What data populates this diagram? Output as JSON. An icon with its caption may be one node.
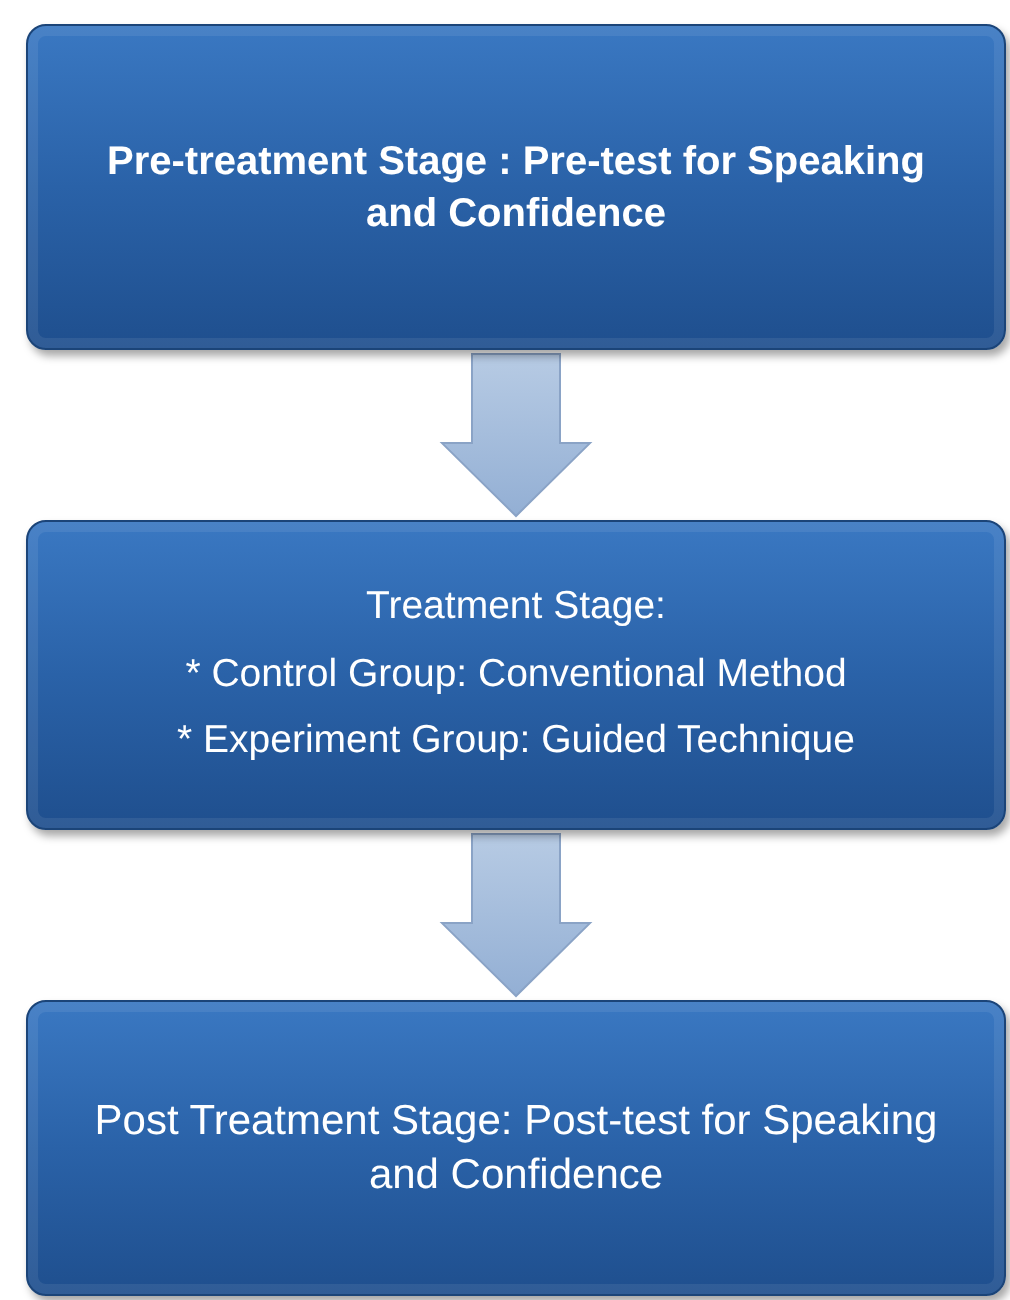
{
  "diagram": {
    "nodes": [
      {
        "text": [
          "Pre-treatment Stage : Pre-test for Speaking and Confidence"
        ]
      },
      {
        "text": [
          "Treatment Stage:",
          "* Control Group: Conventional Method",
          "* Experiment Group: Guided Technique"
        ]
      },
      {
        "text": [
          "Post Treatment Stage: Post-test for Speaking and Confidence"
        ]
      }
    ],
    "edges": [
      {
        "from": 0,
        "to": 1,
        "arrow": "to"
      },
      {
        "from": 1,
        "to": 2,
        "arrow": "to"
      }
    ]
  }
}
